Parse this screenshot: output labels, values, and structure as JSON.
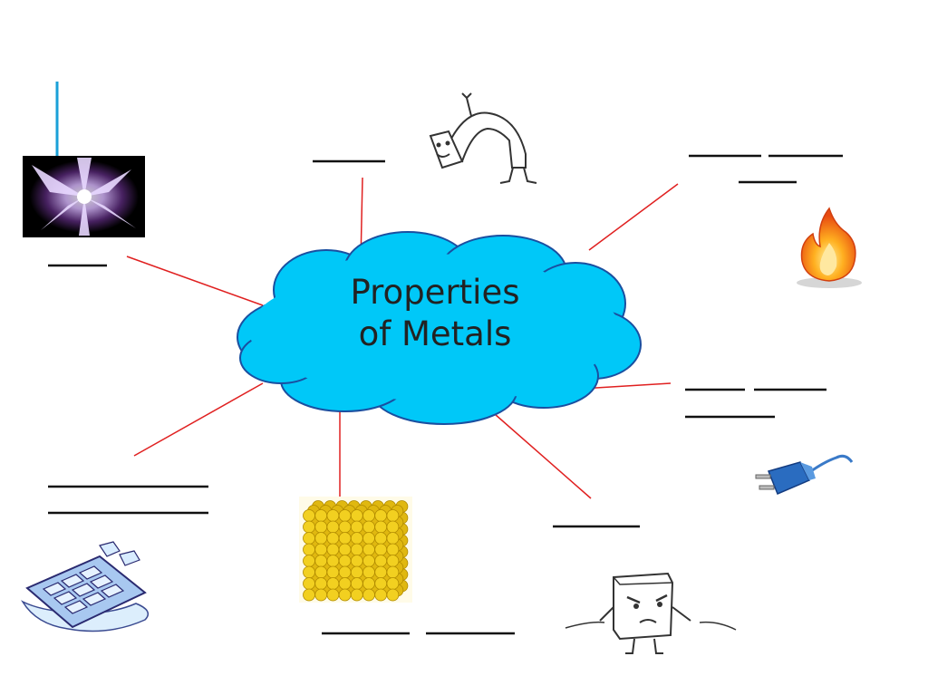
{
  "diagram": {
    "center_title": "Properties of Metals",
    "center_title_line1": "Properties",
    "center_title_line2": "of Metals"
  },
  "colors": {
    "cloud_fill": "#00c8f8",
    "cloud_stroke": "#1a4fa0",
    "connector": "#e02020",
    "blank_line": "#111111",
    "accent_line": "#1aa0d8"
  },
  "pictures": [
    {
      "name": "luster-burst-picture"
    },
    {
      "name": "bending-bar-cartoon"
    },
    {
      "name": "flame-icon"
    },
    {
      "name": "electric-plug-icon"
    },
    {
      "name": "angry-block-cartoon"
    },
    {
      "name": "atom-lattice-cube"
    },
    {
      "name": "melting-ice-tray-icon"
    }
  ]
}
